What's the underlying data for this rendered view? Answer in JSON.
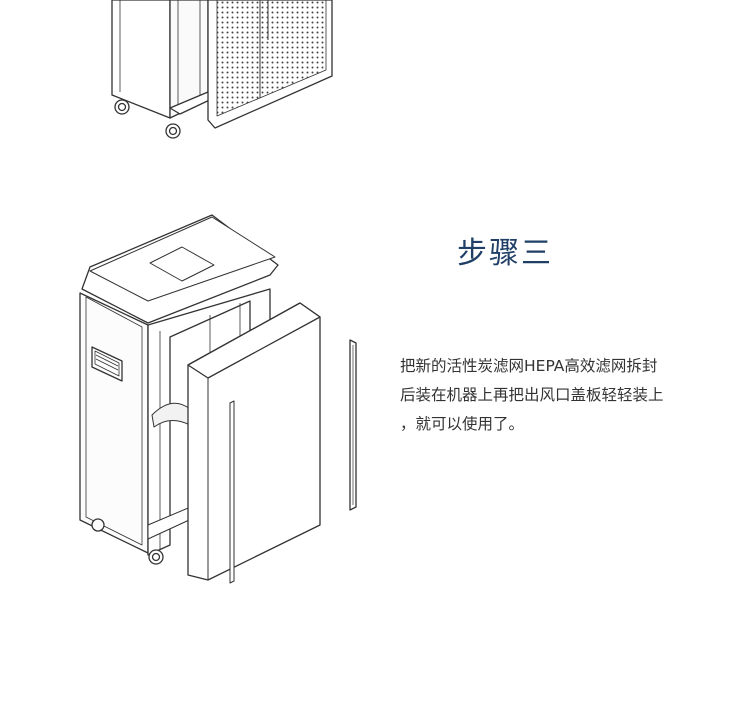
{
  "step": {
    "title": "步骤三",
    "lines": [
      "把新的活性炭滤网HEPA高效滤网拆封",
      "后装在机器上再把出风口盖板轻轻装上",
      "，就可以使用了。"
    ]
  },
  "colors": {
    "title": "#1f3f66",
    "text": "#333333",
    "line_art": "#333333",
    "background": "#ffffff"
  }
}
